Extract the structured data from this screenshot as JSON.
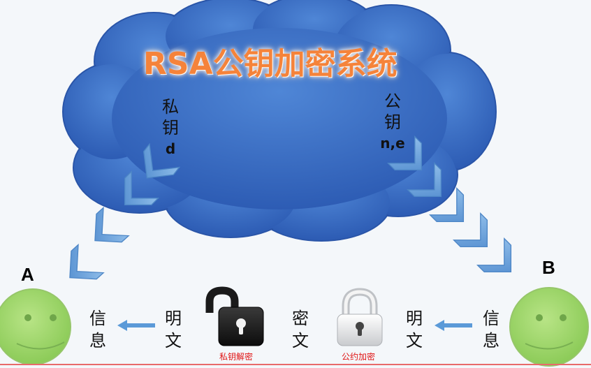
{
  "title": "RSA公钥加密系统",
  "private_key": {
    "line1": "私",
    "line2": "钥",
    "symbol": "d"
  },
  "public_key": {
    "line1": "公",
    "line2": "钥",
    "symbol": "n,e"
  },
  "party_a": "A",
  "party_b": "B",
  "flow": {
    "info_left": {
      "c1": "信",
      "c2": "息"
    },
    "plain_left": {
      "c1": "明",
      "c2": "文"
    },
    "cipher": {
      "c1": "密",
      "c2": "文"
    },
    "plain_right": {
      "c1": "明",
      "c2": "文"
    },
    "info_right": {
      "c1": "信",
      "c2": "息"
    }
  },
  "lock_private_caption": "私钥解密",
  "lock_public_caption": "公约加密",
  "colors": {
    "cloud": "#3a6cc4",
    "chevron": "#5b9ad8",
    "face": "#a4d96c",
    "title": "#f5833a",
    "caption": "#e01414"
  }
}
